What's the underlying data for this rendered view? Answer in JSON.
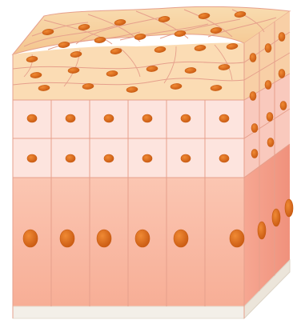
{
  "diagram": {
    "type": "epithelial-tissue-block",
    "layers": [
      {
        "name": "squamous-surface-layer",
        "rows": 3,
        "nucleus_shape": "flattened"
      },
      {
        "name": "cuboidal-middle-layer",
        "rows": 2,
        "nucleus_shape": "round"
      },
      {
        "name": "columnar-basal-layer",
        "rows": 1,
        "nucleus_shape": "oval"
      },
      {
        "name": "basement-membrane",
        "rows": 0,
        "nucleus_shape": "none"
      }
    ],
    "colors": {
      "surface_top": "#f6d09e",
      "squamous_front": "#fbdcb4",
      "cuboidal_front": "#fde4de",
      "columnar_front": "#f9b9a4",
      "side_face": "#f4a28f",
      "cell_border": "#e6a08c",
      "nucleus": "#e4731f",
      "nucleus_dark": "#c75a10",
      "membrane": "#f3efe8"
    }
  }
}
